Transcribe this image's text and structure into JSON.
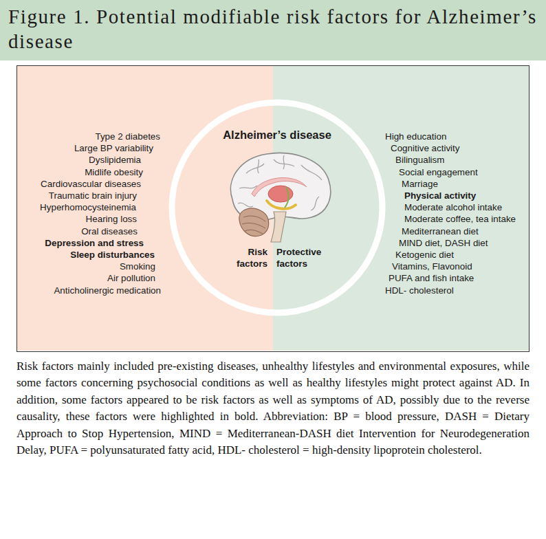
{
  "diagram": {
    "title": "Figure 1. Potential modifiable risk factors for Alzheimer’s disease",
    "caption": "Risk factors mainly included pre-existing diseases, unhealthy lifestyles and environmental exposures, while some factors concerning psychosocial conditions as well as healthy lifestyles might protect against AD. In addition, some factors appeared to be risk factors as well as symptoms of AD, possibly due to the reverse causality, these factors were highlighted in bold. Abbreviation: BP = blood pressure, DASH = Dietary Approach to Stop Hypertension, MIND = Mediterranean-DASH diet Intervention for Neurodegeneration Delay, PUFA = polyunsaturated fatty acid, HDL- cholesterol = high-density lipoprotein cholesterol.",
    "nodes": [
      {
        "text": [
          "Type 2 diabetes",
          "Large BP variability",
          "Dyslipidemia",
          "Midlife obesity",
          "Cardiovascular diseases",
          "Traumatic brain injury",
          "Hyperhomocysteinemia",
          "Hearing loss",
          "Oral diseases",
          "Depression and stress",
          "Sleep disturbances",
          "Smoking",
          "Air pollution",
          "Anticholinergic medication"
        ]
      },
      {
        "text": [
          "High education",
          "Cognitive activity",
          "Bilingualism",
          "Social engagement",
          "Marriage",
          "Physical activity",
          "Moderate alcohol intake",
          "Moderate coffee, tea intake",
          "Mediterranean diet",
          "MIND diet, DASH diet",
          "Ketogenic diet",
          "Vitamins, Flavonoid",
          "PUFA and fish intake",
          "HDL- cholesterol"
        ]
      },
      {
        "text": [
          "Alzheimer’s disease",
          "Risk factors",
          "Protective factors"
        ]
      }
    ]
  }
}
